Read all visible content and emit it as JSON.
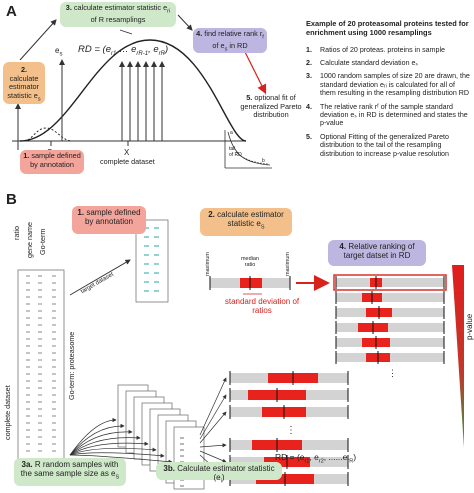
{
  "panelA": {
    "letter": "A",
    "box1": {
      "num": "1.",
      "text": "sample defined by annotation"
    },
    "box2": {
      "num": "2.",
      "text": "calculate estimator statistic e",
      "sub": "s"
    },
    "box3": {
      "num": "3.",
      "text": "calculate estimator statistic e",
      "sub": "ri",
      "tail": " of R resamplings"
    },
    "box4": {
      "num": "4.",
      "text": "find relative rank r",
      "sub": "f",
      "tail": " of e",
      "sub2": "s",
      "tail2": " in RD"
    },
    "box5": {
      "num": "5.",
      "text": "optional fit of generalized Pareto distribution"
    },
    "es_label": "e",
    "es_sub": "s",
    "rd_formula": "RD = (e",
    "rd_sub1": "r1",
    "rd_mid": " … e",
    "rd_sub2": "rR-1",
    "rd_mid2": ", e",
    "rd_sub3": "rR",
    "rd_end": ")",
    "s_label": "S",
    "x_label": "X",
    "complete_dataset": "complete dataset",
    "inset_tail": "tail",
    "inset_ofrd": "of RD",
    "inset_a": "a",
    "inset_b": "b"
  },
  "steps": {
    "title": "Example of 20 proteasomal proteins tested for enrichment using 1000 resamplings",
    "items": [
      {
        "n": "1.",
        "text": "Ratios of 20 proteas. proteins in sample"
      },
      {
        "n": "2.",
        "text": "Calculate standard deviation eₛ"
      },
      {
        "n": "3.",
        "text": "1000 random samples of size 20 are drawn, the standard deviation eᵣᵢ is calculated for all of them resulting in the resampling distribution RD"
      },
      {
        "n": "4.",
        "text": "The relative rank rᶠ of the sample standard deviation eₛ in RD is determined and states the p-value"
      },
      {
        "n": "5.",
        "text": "Optional Fitting of the generalized Pareto distribution to the tail of the resampling distribution to increase p-value resolution"
      }
    ]
  },
  "panelB": {
    "letter": "B",
    "box1": {
      "num": "1.",
      "text": "sample defined by annotation"
    },
    "box2": {
      "num": "2.",
      "text": "calculate estimator statistic e",
      "sub": "S"
    },
    "box3a": {
      "num": "3a.",
      "text": "R random samples with the same sample size as e",
      "sub": "S"
    },
    "box3b": {
      "num": "3b.",
      "text": "Calculate estimator statistic (e",
      "sub": "i",
      "tail": ")"
    },
    "box4": {
      "num": "4.",
      "text": "Relative ranking of target datset in RD"
    },
    "col_ratio": "ratio",
    "col_gene": "gene name",
    "col_go": "Go-term",
    "complete_dataset": "complete dataset",
    "go_proteasome": "Go-term: proteasome",
    "target_dataset": "target dataset",
    "maximum1": "maximum",
    "median_ratio": "median ratio",
    "maximum2": "maximum",
    "std_label": "standard deviation of ratios",
    "pvalue": "p-value",
    "rd_formula": "RD = (e",
    "rd_sub1": "r1",
    "rd_mid": ", e",
    "rd_sub2": "r2",
    "rd_end": ", ......e",
    "rd_sub3": "rR",
    "rd_close": ")"
  },
  "colors": {
    "green": "#cfe8c9",
    "purple": "#bcb6e0",
    "orange": "#f3c08c",
    "red": "#f4a59b",
    "bar_red": "#e8231d",
    "bar_grey": "#d3d3d3",
    "arrow_red": "#d8231d",
    "teal": "#2aa6a6"
  }
}
